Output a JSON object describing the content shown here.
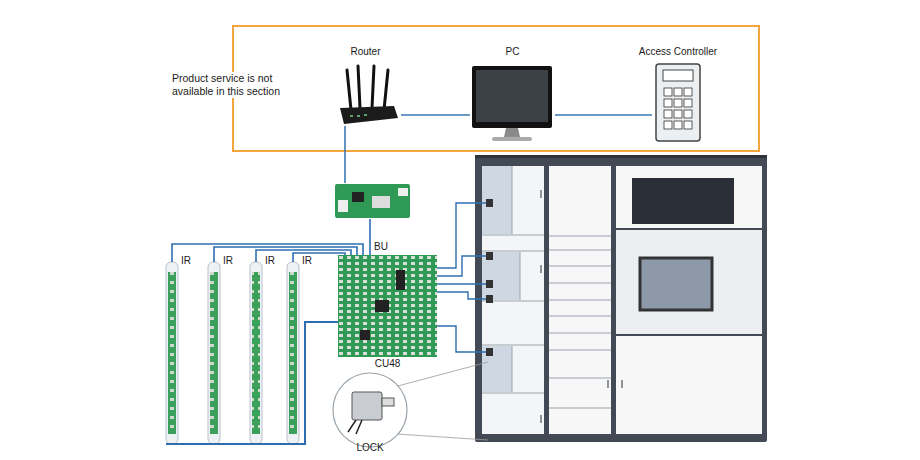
{
  "diagram": {
    "nodes": [
      {
        "text": [
          "Product service is not available in this section"
        ]
      },
      {
        "text": [
          "Router"
        ],
        "in": 0
      },
      {
        "text": [
          "PC"
        ],
        "in": 0
      },
      {
        "text": [
          "Access Controller"
        ],
        "in": 0
      },
      {
        "text": [
          "BU"
        ]
      },
      {
        "text": [
          "IR"
        ]
      },
      {
        "text": [
          "IR"
        ]
      },
      {
        "text": [
          "IR"
        ]
      },
      {
        "text": [
          "IR"
        ]
      },
      {
        "text": [
          "CU48"
        ]
      },
      {
        "text": [
          "LOCK"
        ]
      }
    ],
    "edges": [
      {
        "from": 1,
        "to": 2,
        "arrow": "none"
      },
      {
        "from": 2,
        "to": 3,
        "arrow": "none"
      },
      {
        "from": 1,
        "to": 4,
        "arrow": "none"
      },
      {
        "from": 4,
        "to": 9,
        "arrow": "none"
      },
      {
        "from": 9,
        "to": 5,
        "arrow": "none"
      },
      {
        "from": 9,
        "to": 6,
        "arrow": "none"
      },
      {
        "from": 9,
        "to": 7,
        "arrow": "none"
      },
      {
        "from": 9,
        "to": 8,
        "arrow": "none"
      }
    ]
  }
}
